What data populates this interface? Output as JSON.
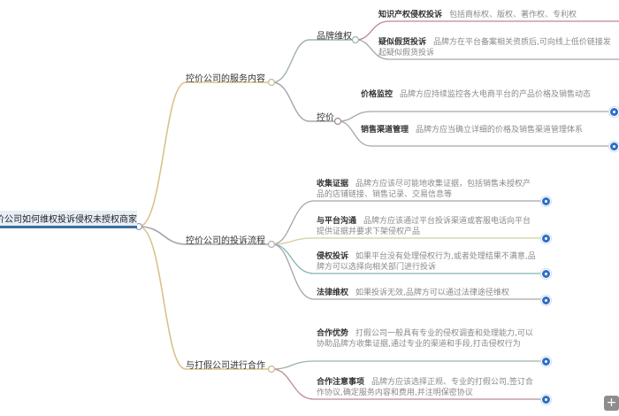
{
  "root": {
    "label": "价公司如何维权投诉侵权未授权商家"
  },
  "branches": [
    {
      "label": "控价公司的服务内容",
      "children": [
        {
          "label": "品牌维权",
          "items": [
            {
              "title": "知识产权侵权投诉",
              "text": "包括商标权、版权、著作权、专利权"
            },
            {
              "title": "疑似假货投诉",
              "text": "品牌方在平台备案相关资质后,可向线上低价链接发起疑似假货投诉"
            }
          ]
        },
        {
          "label": "控价",
          "items": [
            {
              "title": "价格监控",
              "text": "品牌方应持续监控各大电商平台的产品价格及销售动态"
            },
            {
              "title": "销售渠道管理",
              "text": "品牌方应当确立详细的价格及销售渠道管理体系"
            }
          ]
        }
      ]
    },
    {
      "label": "控价公司的投诉流程",
      "items": [
        {
          "title": "收集证据",
          "text": "品牌方应该尽可能地收集证据，包括销售未授权产品的店铺链接、销售记录、交易信息等"
        },
        {
          "title": "与平台沟通",
          "text": "品牌方应该通过平台投诉渠道或客服电话向平台提供证据并要求下架侵权产品"
        },
        {
          "title": "侵权投诉",
          "text": "如果平台没有处理侵权行为,或者处理结果不满意,品牌方可以选择向相关部门进行投诉"
        },
        {
          "title": "法律维权",
          "text": "如果投诉无效,品牌方可以通过法律途径维权"
        }
      ]
    },
    {
      "label": "与打假公司进行合作",
      "items": [
        {
          "title": "合作优势",
          "text": "打假公司一般具有专业的侵权调查和处理能力,可以协助品牌方收集证据,通过专业的渠道和手段,打击侵权行为"
        },
        {
          "title": "合作注意事项",
          "text": "品牌方应该选择正规、专业的打假公司,签订合作协议,确定服务内容和费用,并注明保密协议"
        }
      ]
    }
  ],
  "colors": {
    "root_bar": "#3d6e9e",
    "branch_gold": "#d9c28a",
    "branch_gray": "#a9a3ad",
    "link_red": "#b98a92",
    "link_teal": "#7fb5b2",
    "link_olive": "#cfd09a",
    "plus_blue": "#2f6fc4"
  },
  "toolbar": {
    "add_label": "+"
  }
}
